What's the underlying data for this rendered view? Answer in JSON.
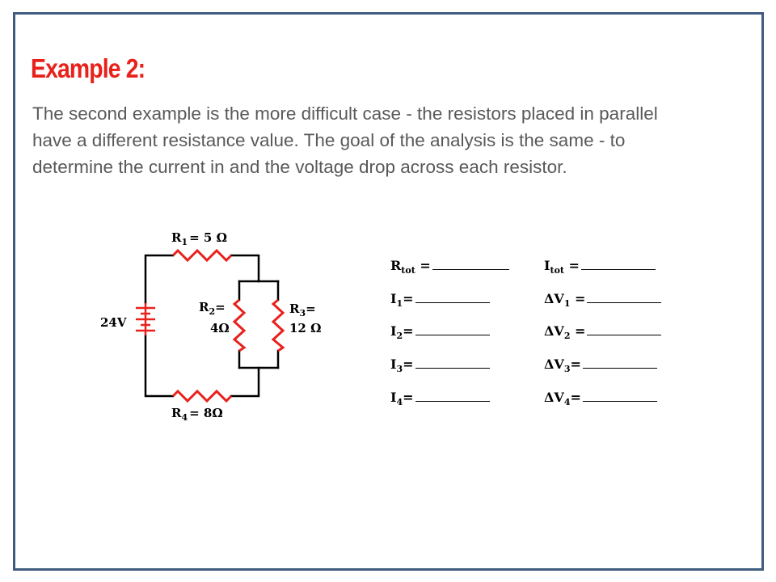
{
  "slide": {
    "title": "Example 2:",
    "paragraph": "The second example is the more difficult case - the resistors placed in parallel have a different resistance value. The goal of the analysis is the same - to determine the current in and the voltage drop across each resistor."
  },
  "circuit": {
    "battery": "24V",
    "r1": {
      "sym": "R",
      "sub": "1",
      "value": "= 5 Ω"
    },
    "r2": {
      "sym": "R",
      "sub": "2",
      "eq": "=",
      "value": "4Ω"
    },
    "r3": {
      "sym": "R",
      "sub": "3",
      "eq": "=",
      "value": "12 Ω"
    },
    "r4": {
      "sym": "R",
      "sub": "4",
      "value": "= 8Ω"
    },
    "colors": {
      "wire": "#000000",
      "resistor": "#e8211b",
      "battery": "#e8211b"
    }
  },
  "answers": {
    "left": [
      {
        "sym": "R",
        "sub": "tot",
        "eq": " ="
      },
      {
        "sym": "I",
        "sub": "1",
        "eq": "="
      },
      {
        "sym": "I",
        "sub": "2",
        "eq": "="
      },
      {
        "sym": "I",
        "sub": "3",
        "eq": "="
      },
      {
        "sym": "I",
        "sub": "4",
        "eq": "="
      }
    ],
    "right": [
      {
        "sym": "I",
        "sub": "tot",
        "eq": " ="
      },
      {
        "sym": "ΔV",
        "sub": "1",
        "eq": " ="
      },
      {
        "sym": "ΔV",
        "sub": "2",
        "eq": " ="
      },
      {
        "sym": "ΔV",
        "sub": "3",
        "eq": "="
      },
      {
        "sym": "ΔV",
        "sub": "4",
        "eq": "="
      }
    ]
  }
}
